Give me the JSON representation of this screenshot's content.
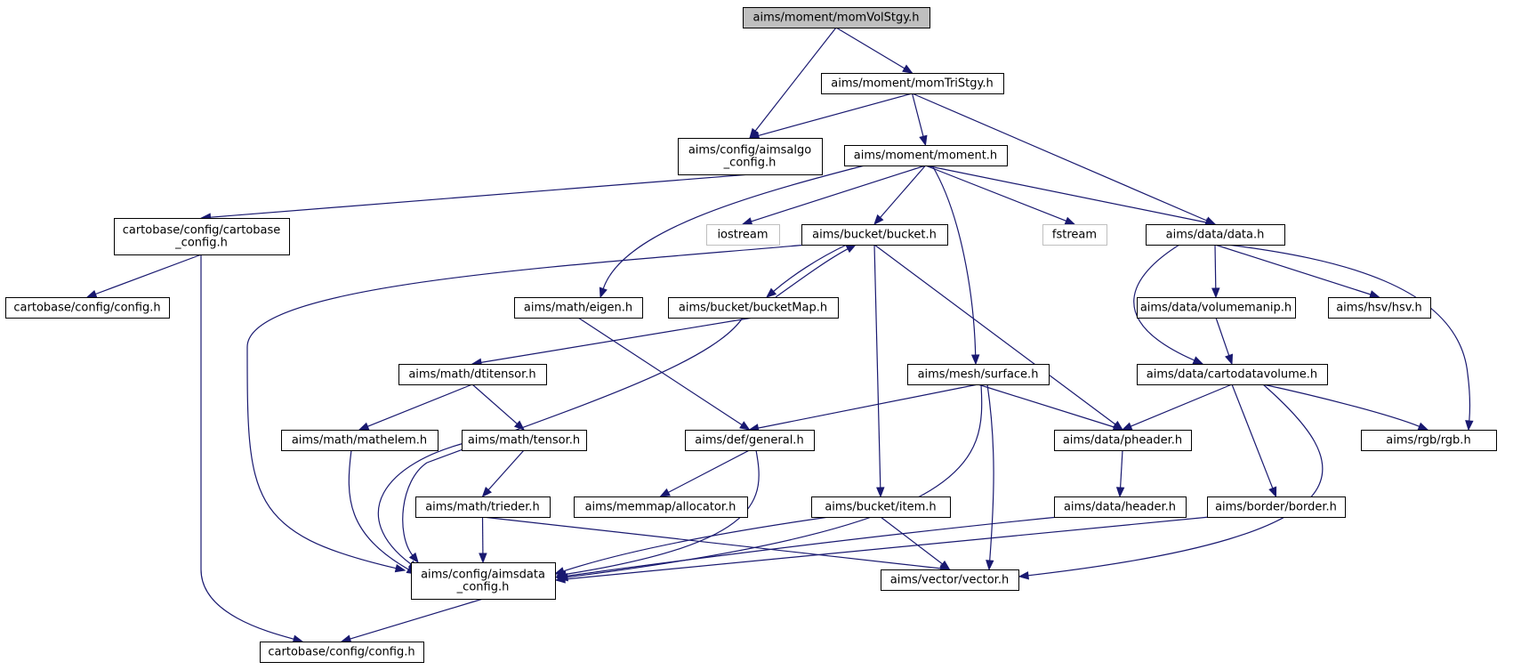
{
  "graph": {
    "colors": {
      "edge": "#191970",
      "node_border": "#000000",
      "root_fill": "#bfbfbf",
      "node_fill": "#ffffff",
      "external_border": "#bfbfbf",
      "external_text": "#7f7f7f"
    },
    "nodes": [
      {
        "id": "momVolStgy",
        "lines": [
          "aims/moment/momVolStgy.h"
        ],
        "kind": "root"
      },
      {
        "id": "momTriStgy",
        "lines": [
          "aims/moment/momTriStgy.h"
        ],
        "kind": "normal"
      },
      {
        "id": "aimsalgo_config",
        "lines": [
          "aims/config/aimsalgo",
          "_config.h"
        ],
        "kind": "normal"
      },
      {
        "id": "moment",
        "lines": [
          "aims/moment/moment.h"
        ],
        "kind": "normal"
      },
      {
        "id": "cartobase_config",
        "lines": [
          "cartobase/config/cartobase",
          "_config.h"
        ],
        "kind": "normal"
      },
      {
        "id": "iostream",
        "lines": [
          "iostream"
        ],
        "kind": "external"
      },
      {
        "id": "bucket",
        "lines": [
          "aims/bucket/bucket.h"
        ],
        "kind": "normal"
      },
      {
        "id": "fstream",
        "lines": [
          "fstream"
        ],
        "kind": "external"
      },
      {
        "id": "data",
        "lines": [
          "aims/data/data.h"
        ],
        "kind": "normal"
      },
      {
        "id": "config_left",
        "lines": [
          "cartobase/config/config.h"
        ],
        "kind": "normal"
      },
      {
        "id": "eigen",
        "lines": [
          "aims/math/eigen.h"
        ],
        "kind": "normal"
      },
      {
        "id": "bucketMap",
        "lines": [
          "aims/bucket/bucketMap.h"
        ],
        "kind": "normal"
      },
      {
        "id": "volumemanip",
        "lines": [
          "aims/data/volumemanip.h"
        ],
        "kind": "normal"
      },
      {
        "id": "hsv",
        "lines": [
          "aims/hsv/hsv.h"
        ],
        "kind": "normal"
      },
      {
        "id": "dtitensor",
        "lines": [
          "aims/math/dtitensor.h"
        ],
        "kind": "normal"
      },
      {
        "id": "surface",
        "lines": [
          "aims/mesh/surface.h"
        ],
        "kind": "normal"
      },
      {
        "id": "cartodatavolume",
        "lines": [
          "aims/data/cartodatavolume.h"
        ],
        "kind": "normal"
      },
      {
        "id": "mathelem",
        "lines": [
          "aims/math/mathelem.h"
        ],
        "kind": "normal"
      },
      {
        "id": "tensor",
        "lines": [
          "aims/math/tensor.h"
        ],
        "kind": "normal"
      },
      {
        "id": "general",
        "lines": [
          "aims/def/general.h"
        ],
        "kind": "normal"
      },
      {
        "id": "pheader",
        "lines": [
          "aims/data/pheader.h"
        ],
        "kind": "normal"
      },
      {
        "id": "rgb",
        "lines": [
          "aims/rgb/rgb.h"
        ],
        "kind": "normal"
      },
      {
        "id": "trieder",
        "lines": [
          "aims/math/trieder.h"
        ],
        "kind": "normal"
      },
      {
        "id": "allocator",
        "lines": [
          "aims/memmap/allocator.h"
        ],
        "kind": "normal"
      },
      {
        "id": "item",
        "lines": [
          "aims/bucket/item.h"
        ],
        "kind": "normal"
      },
      {
        "id": "header",
        "lines": [
          "aims/data/header.h"
        ],
        "kind": "normal"
      },
      {
        "id": "border",
        "lines": [
          "aims/border/border.h"
        ],
        "kind": "normal"
      },
      {
        "id": "aimsdata_config",
        "lines": [
          "aims/config/aimsdata",
          "_config.h"
        ],
        "kind": "normal"
      },
      {
        "id": "vector",
        "lines": [
          "aims/vector/vector.h"
        ],
        "kind": "normal"
      },
      {
        "id": "config_bottom",
        "lines": [
          "cartobase/config/config.h"
        ],
        "kind": "normal"
      }
    ],
    "edges": [
      {
        "from": "momVolStgy",
        "to": "momTriStgy"
      },
      {
        "from": "momVolStgy",
        "to": "aimsalgo_config"
      },
      {
        "from": "momTriStgy",
        "to": "aimsalgo_config"
      },
      {
        "from": "momTriStgy",
        "to": "moment"
      },
      {
        "from": "momTriStgy",
        "to": "data"
      },
      {
        "from": "aimsalgo_config",
        "to": "cartobase_config"
      },
      {
        "from": "cartobase_config",
        "to": "config_left"
      },
      {
        "from": "cartobase_config",
        "to": "config_bottom"
      },
      {
        "from": "moment",
        "to": "iostream"
      },
      {
        "from": "moment",
        "to": "bucket"
      },
      {
        "from": "moment",
        "to": "fstream"
      },
      {
        "from": "moment",
        "to": "data"
      },
      {
        "from": "moment",
        "to": "eigen"
      },
      {
        "from": "moment",
        "to": "surface"
      },
      {
        "from": "bucket",
        "to": "bucketMap"
      },
      {
        "from": "bucketMap",
        "to": "bucket"
      },
      {
        "from": "bucket",
        "to": "aimsdata_config"
      },
      {
        "from": "bucket",
        "to": "item"
      },
      {
        "from": "bucket",
        "to": "pheader"
      },
      {
        "from": "data",
        "to": "volumemanip"
      },
      {
        "from": "data",
        "to": "hsv"
      },
      {
        "from": "data",
        "to": "cartodatavolume"
      },
      {
        "from": "data",
        "to": "rgb"
      },
      {
        "from": "eigen",
        "to": "general"
      },
      {
        "from": "bucketMap",
        "to": "dtitensor"
      },
      {
        "from": "bucketMap",
        "to": "aimsdata_config"
      },
      {
        "from": "volumemanip",
        "to": "cartodatavolume"
      },
      {
        "from": "dtitensor",
        "to": "mathelem"
      },
      {
        "from": "dtitensor",
        "to": "tensor"
      },
      {
        "from": "surface",
        "to": "general"
      },
      {
        "from": "surface",
        "to": "pheader"
      },
      {
        "from": "surface",
        "to": "aimsdata_config"
      },
      {
        "from": "surface",
        "to": "vector"
      },
      {
        "from": "cartodatavolume",
        "to": "pheader"
      },
      {
        "from": "cartodatavolume",
        "to": "rgb"
      },
      {
        "from": "cartodatavolume",
        "to": "border"
      },
      {
        "from": "cartodatavolume",
        "to": "vector"
      },
      {
        "from": "mathelem",
        "to": "aimsdata_config"
      },
      {
        "from": "tensor",
        "to": "trieder"
      },
      {
        "from": "tensor",
        "to": "aimsdata_config"
      },
      {
        "from": "general",
        "to": "allocator"
      },
      {
        "from": "general",
        "to": "aimsdata_config"
      },
      {
        "from": "pheader",
        "to": "header"
      },
      {
        "from": "trieder",
        "to": "aimsdata_config"
      },
      {
        "from": "trieder",
        "to": "vector"
      },
      {
        "from": "item",
        "to": "aimsdata_config"
      },
      {
        "from": "item",
        "to": "vector"
      },
      {
        "from": "header",
        "to": "aimsdata_config"
      },
      {
        "from": "border",
        "to": "aimsdata_config"
      },
      {
        "from": "aimsdata_config",
        "to": "config_bottom"
      }
    ]
  }
}
